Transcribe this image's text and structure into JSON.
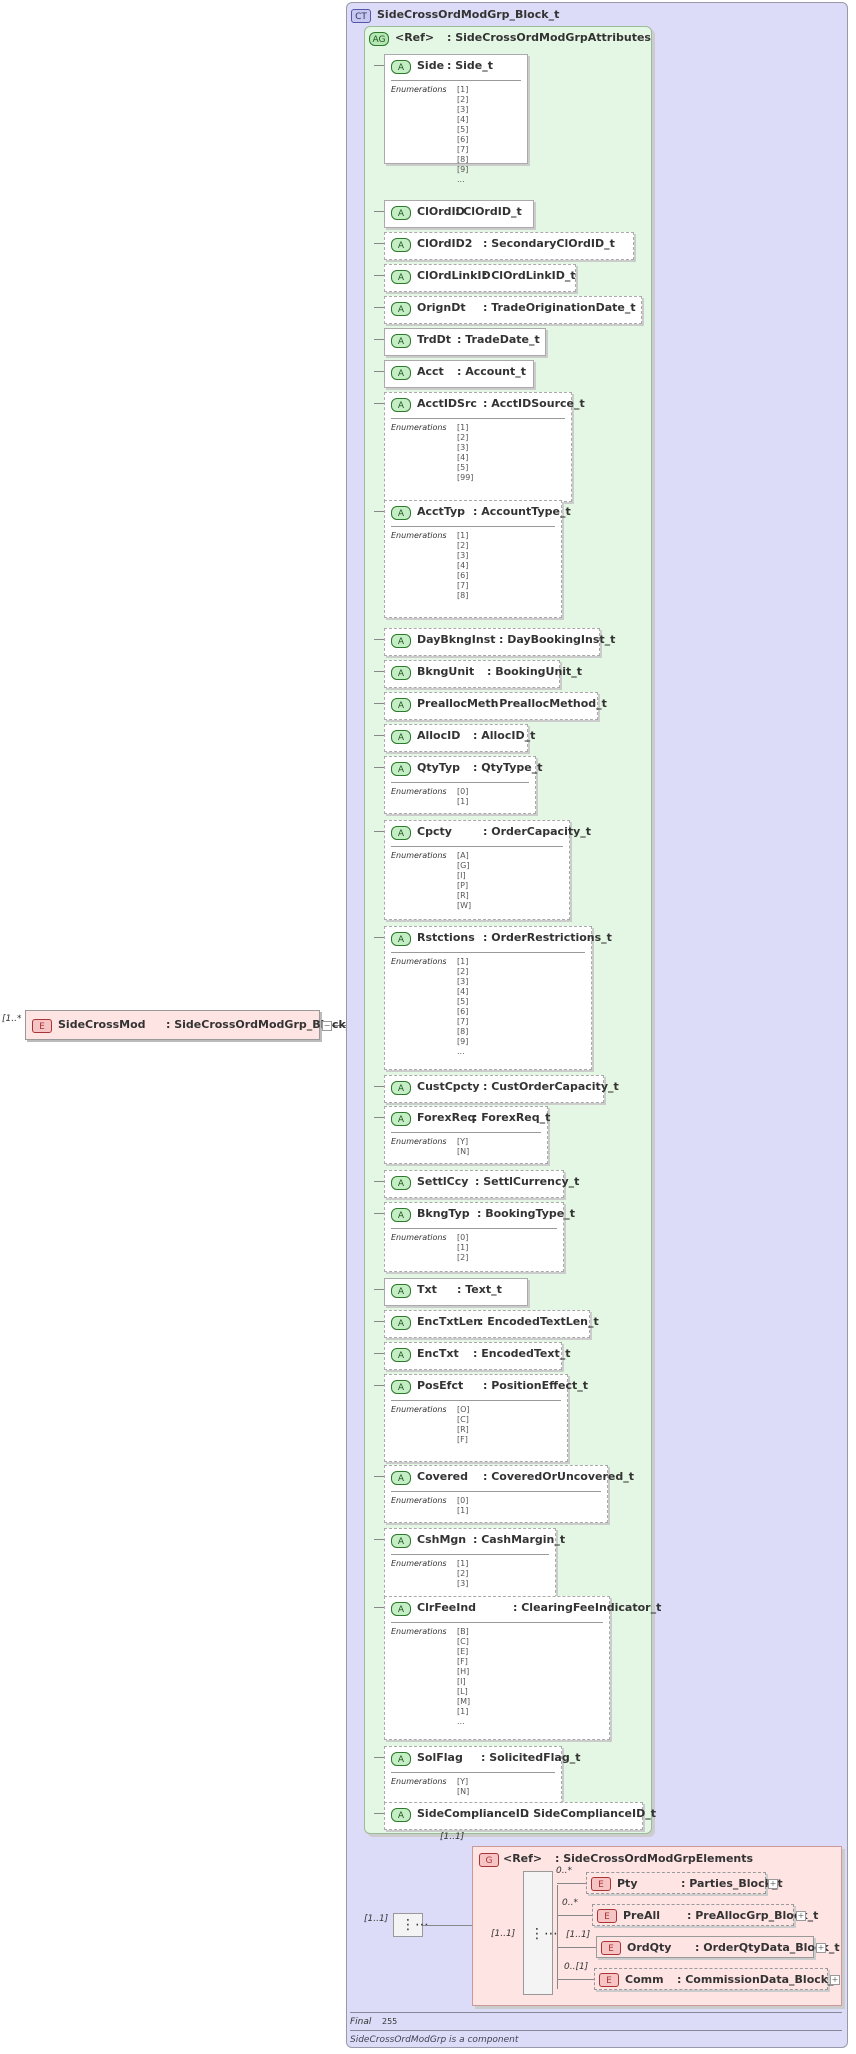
{
  "root": {
    "badge": "E",
    "name": "SideCrossMod",
    "type": ": SideCrossOrdModGrp_Block_t",
    "multiplicity": "[1..*"
  },
  "complex_type": {
    "badge": "CT",
    "title": "SideCrossOrdModGrp_Block_t"
  },
  "attribute_group": {
    "badge": "AG",
    "name": "<Ref>",
    "type": ": SideCrossOrdModGrpAttributes"
  },
  "enum_label": "Enumerations",
  "attributes": [
    {
      "name": "Side",
      "type": ": Side_t",
      "values": "[1]\n[2]\n[3]\n[4]\n[5]\n[6]\n[7]\n[8]\n[9]\n..."
    },
    {
      "name": "ClOrdID",
      "type": ": ClOrdID_t",
      "values": ""
    },
    {
      "name": "ClOrdID2",
      "type": ": SecondaryClOrdID_t",
      "values": ""
    },
    {
      "name": "ClOrdLinkID",
      "type": ": ClOrdLinkID_t",
      "values": ""
    },
    {
      "name": "OrignDt",
      "type": ": TradeOriginationDate_t",
      "values": ""
    },
    {
      "name": "TrdDt",
      "type": ": TradeDate_t",
      "values": ""
    },
    {
      "name": "Acct",
      "type": ": Account_t",
      "values": ""
    },
    {
      "name": "AcctIDSrc",
      "type": ": AcctIDSource_t",
      "values": "[1]\n[2]\n[3]\n[4]\n[5]\n[99]"
    },
    {
      "name": "AcctTyp",
      "type": ": AccountType_t",
      "values": "[1]\n[2]\n[3]\n[4]\n[6]\n[7]\n[8]"
    },
    {
      "name": "DayBkngInst",
      "type": ": DayBookingInst_t",
      "values": ""
    },
    {
      "name": "BkngUnit",
      "type": ": BookingUnit_t",
      "values": ""
    },
    {
      "name": "PreallocMeth",
      "type": ": PreallocMethod_t",
      "values": ""
    },
    {
      "name": "AllocID",
      "type": ": AllocID_t",
      "values": ""
    },
    {
      "name": "QtyTyp",
      "type": ": QtyType_t",
      "values": "[0]\n[1]"
    },
    {
      "name": "Cpcty",
      "type": ": OrderCapacity_t",
      "values": "[A]\n[G]\n[I]\n[P]\n[R]\n[W]"
    },
    {
      "name": "Rstctions",
      "type": ": OrderRestrictions_t",
      "values": "[1]\n[2]\n[3]\n[4]\n[5]\n[6]\n[7]\n[8]\n[9]\n..."
    },
    {
      "name": "CustCpcty",
      "type": ": CustOrderCapacity_t",
      "values": ""
    },
    {
      "name": "ForexReq",
      "type": ": ForexReq_t",
      "values": "[Y]\n[N]"
    },
    {
      "name": "SettlCcy",
      "type": ": SettlCurrency_t",
      "values": ""
    },
    {
      "name": "BkngTyp",
      "type": ": BookingType_t",
      "values": "[0]\n[1]\n[2]"
    },
    {
      "name": "Txt",
      "type": ": Text_t",
      "values": ""
    },
    {
      "name": "EncTxtLen",
      "type": ": EncodedTextLen_t",
      "values": ""
    },
    {
      "name": "EncTxt",
      "type": ": EncodedText_t",
      "values": ""
    },
    {
      "name": "PosEfct",
      "type": ": PositionEffect_t",
      "values": "[O]\n[C]\n[R]\n[F]"
    },
    {
      "name": "Covered",
      "type": ": CoveredOrUncovered_t",
      "values": "[0]\n[1]"
    },
    {
      "name": "CshMgn",
      "type": ": CashMargin_t",
      "values": "[1]\n[2]\n[3]"
    },
    {
      "name": "ClrFeeInd",
      "type": ": ClearingFeeIndicator_t",
      "values": "[B]\n[C]\n[E]\n[F]\n[H]\n[I]\n[L]\n[M]\n[1]\n..."
    },
    {
      "name": "SolFlag",
      "type": ": SolicitedFlag_t",
      "values": "[Y]\n[N]"
    },
    {
      "name": "SideComplianceID",
      "type": ": SideComplianceID_t",
      "values": ""
    }
  ],
  "sequence": {
    "multiplicity": "[1..1]",
    "inner_multiplicity": "[1..1]"
  },
  "group": {
    "badge": "G",
    "name": "<Ref>",
    "type": ": SideCrossOrdModGrpElements",
    "multiplicity": "[1..1]"
  },
  "group_elements": [
    {
      "badge": "E",
      "name": "Pty",
      "type": ": Parties_Block_t",
      "multiplicity": "0..*"
    },
    {
      "badge": "E",
      "name": "PreAll",
      "type": ": PreAllocGrp_Block_t",
      "multiplicity": "0..*"
    },
    {
      "badge": "E",
      "name": "OrdQty",
      "type": ": OrderQtyData_Block_t",
      "multiplicity": "[1..1]"
    },
    {
      "badge": "E",
      "name": "Comm",
      "type": ": CommissionData_Block_t",
      "multiplicity": "0..[1]"
    }
  ],
  "footer": {
    "final_label": "Final",
    "final_value": "255",
    "note": "SideCrossOrdModGrp is a component"
  }
}
